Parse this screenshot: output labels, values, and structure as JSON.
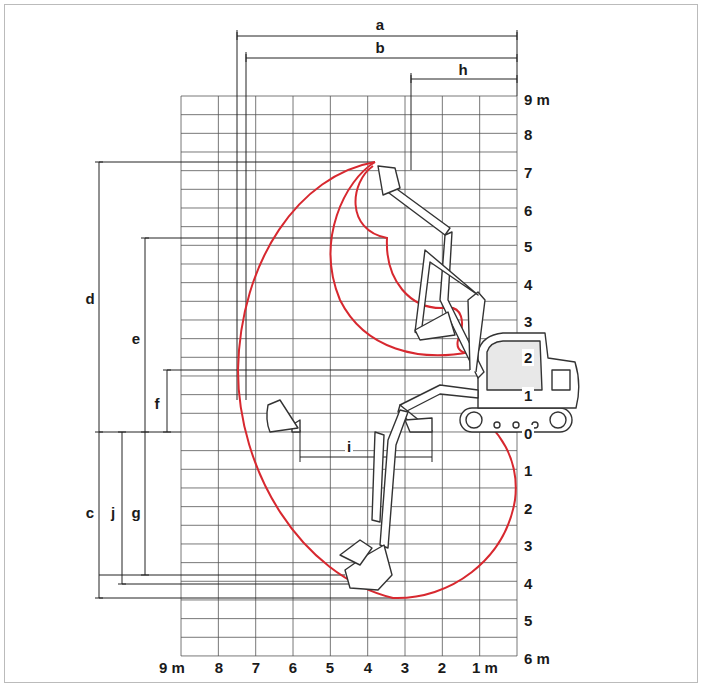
{
  "diagram": {
    "labels": [
      "a",
      "b",
      "h",
      "d",
      "e",
      "f",
      "c",
      "j",
      "g",
      "i",
      "9 m",
      "8",
      "7",
      "6",
      "5",
      "4",
      "3",
      "2",
      "1",
      "0",
      "1",
      "2",
      "3",
      "4",
      "5",
      "6 m",
      "9 m",
      "8",
      "7",
      "6",
      "5",
      "4",
      "3",
      "2",
      "1 m"
    ]
  }
}
